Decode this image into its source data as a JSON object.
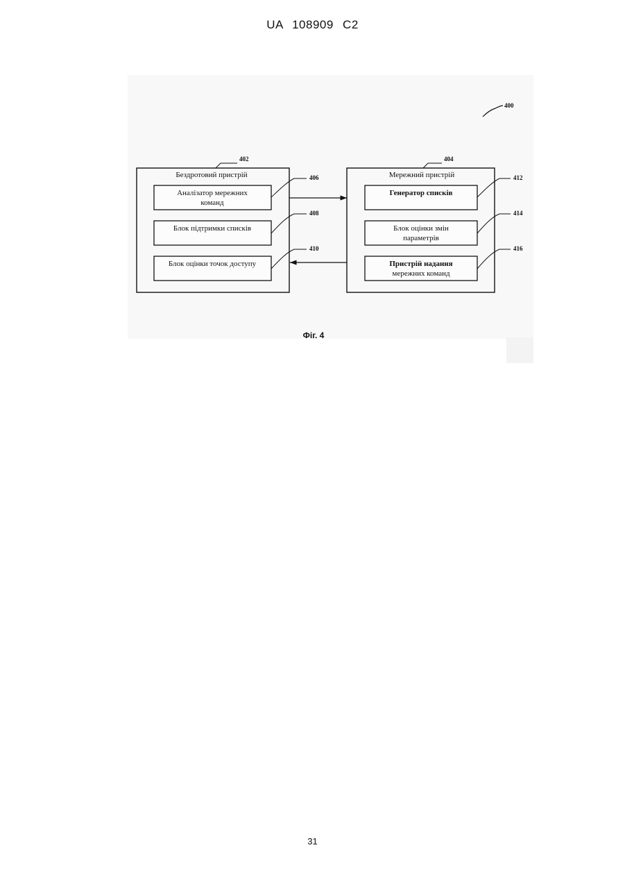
{
  "header": {
    "text": "UA   108909   C2"
  },
  "figure": {
    "ref": "400",
    "caption": "Фіг. 4",
    "left_device": {
      "ref": "402",
      "title": "Бездротовий пристрій",
      "blocks": [
        {
          "ref": "406",
          "lines": [
            "Аналізатор мережних",
            "команд"
          ]
        },
        {
          "ref": "408",
          "lines": [
            "Блок підтримки списків"
          ]
        },
        {
          "ref": "410",
          "lines": [
            "Блок оцінки точок доступу"
          ]
        }
      ]
    },
    "right_device": {
      "ref": "404",
      "title": "Мережний пристрій",
      "blocks": [
        {
          "ref": "412",
          "lines": [
            "Генератор списків"
          ]
        },
        {
          "ref": "414",
          "lines": [
            "Блок оцінки змін",
            "параметрів"
          ]
        },
        {
          "ref": "416",
          "lines": [
            "Пристрій надання",
            "мережних команд"
          ]
        }
      ]
    },
    "arrows": [
      "left-to-right",
      "right-to-left"
    ]
  },
  "footer": {
    "page_number": "31"
  }
}
